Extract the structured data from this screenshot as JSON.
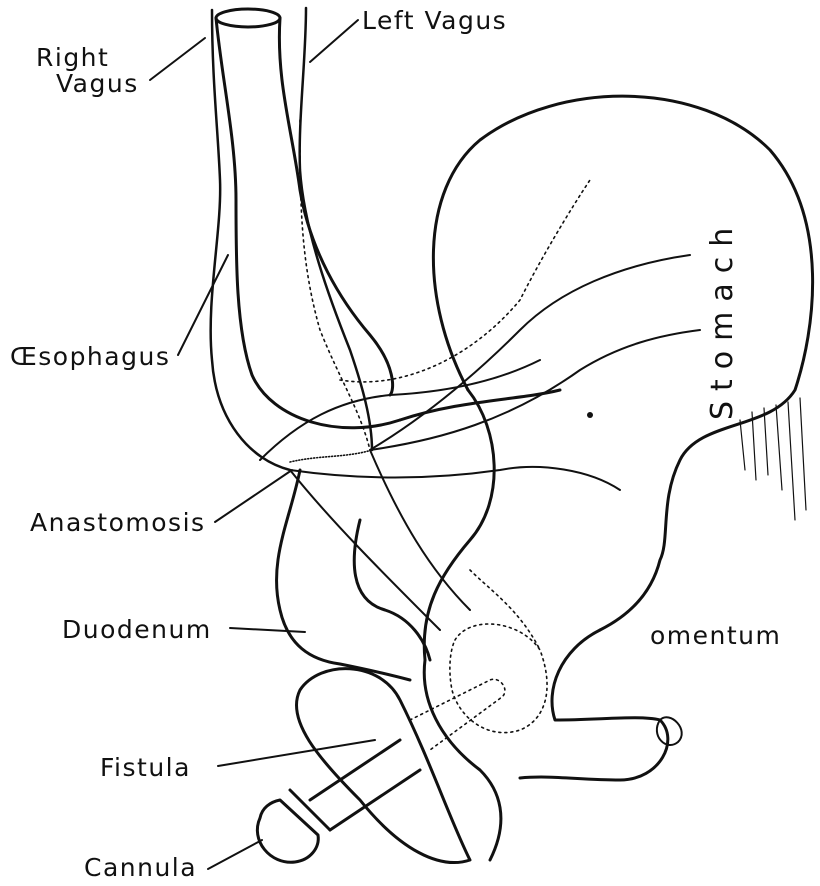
{
  "labels": {
    "right_vagus_line1": "Right",
    "right_vagus_line2": "Vagus",
    "left_vagus": "Left Vagus",
    "oesophagus": "Œsophagus",
    "anastomosis": "Anastomosis",
    "duodenum": "Duodenum",
    "fistula": "Fistula",
    "cannula": "Cannula",
    "omentum": "omentum",
    "stomach": "Stomach"
  },
  "colors": {
    "ink": "#111111",
    "background": "#ffffff"
  }
}
